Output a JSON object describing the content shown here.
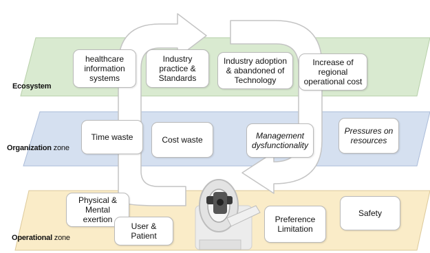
{
  "zones": {
    "ecosystem": {
      "label": "Ecosystem",
      "color": "#d9ead0"
    },
    "organization": {
      "label_bold": "Organization",
      "label_rest": " zone",
      "color": "#d5e0f0"
    },
    "operational": {
      "label_bold": "Operational",
      "label_rest": " zone",
      "color": "#faecc8"
    }
  },
  "ecosystem_boxes": [
    {
      "text": "healthcare information systems"
    },
    {
      "text": "Industry practice & Standards"
    },
    {
      "text": "Industry adoption & abandoned of Technology"
    },
    {
      "text": "Increase of regional operational cost"
    }
  ],
  "organization_boxes": [
    {
      "text": "Time waste"
    },
    {
      "text": "Cost waste"
    },
    {
      "text": "Management dysfunctionality"
    },
    {
      "text": "Pressures on resources"
    }
  ],
  "operational_boxes": [
    {
      "text": "Physical & Mental exertion"
    },
    {
      "text": "User & Patient"
    },
    {
      "text": "Preference Limitation"
    },
    {
      "text": "Safety"
    }
  ],
  "icons": {
    "center_image": "medical-scanner-icon"
  }
}
